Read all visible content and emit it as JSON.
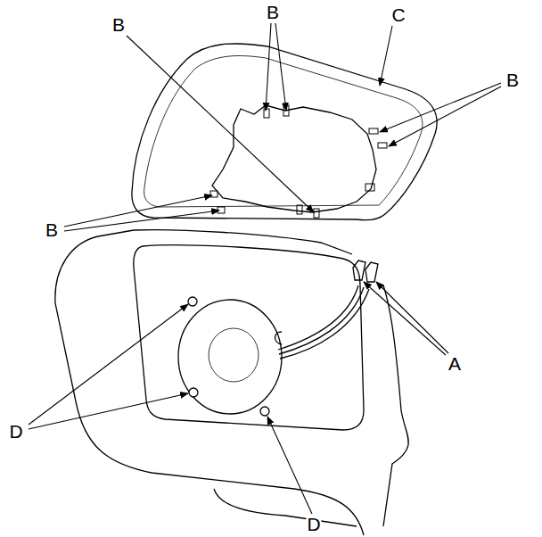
{
  "diagram": {
    "labels": [
      "B",
      "B",
      "C",
      "B",
      "B",
      "A",
      "D",
      "D"
    ]
  }
}
